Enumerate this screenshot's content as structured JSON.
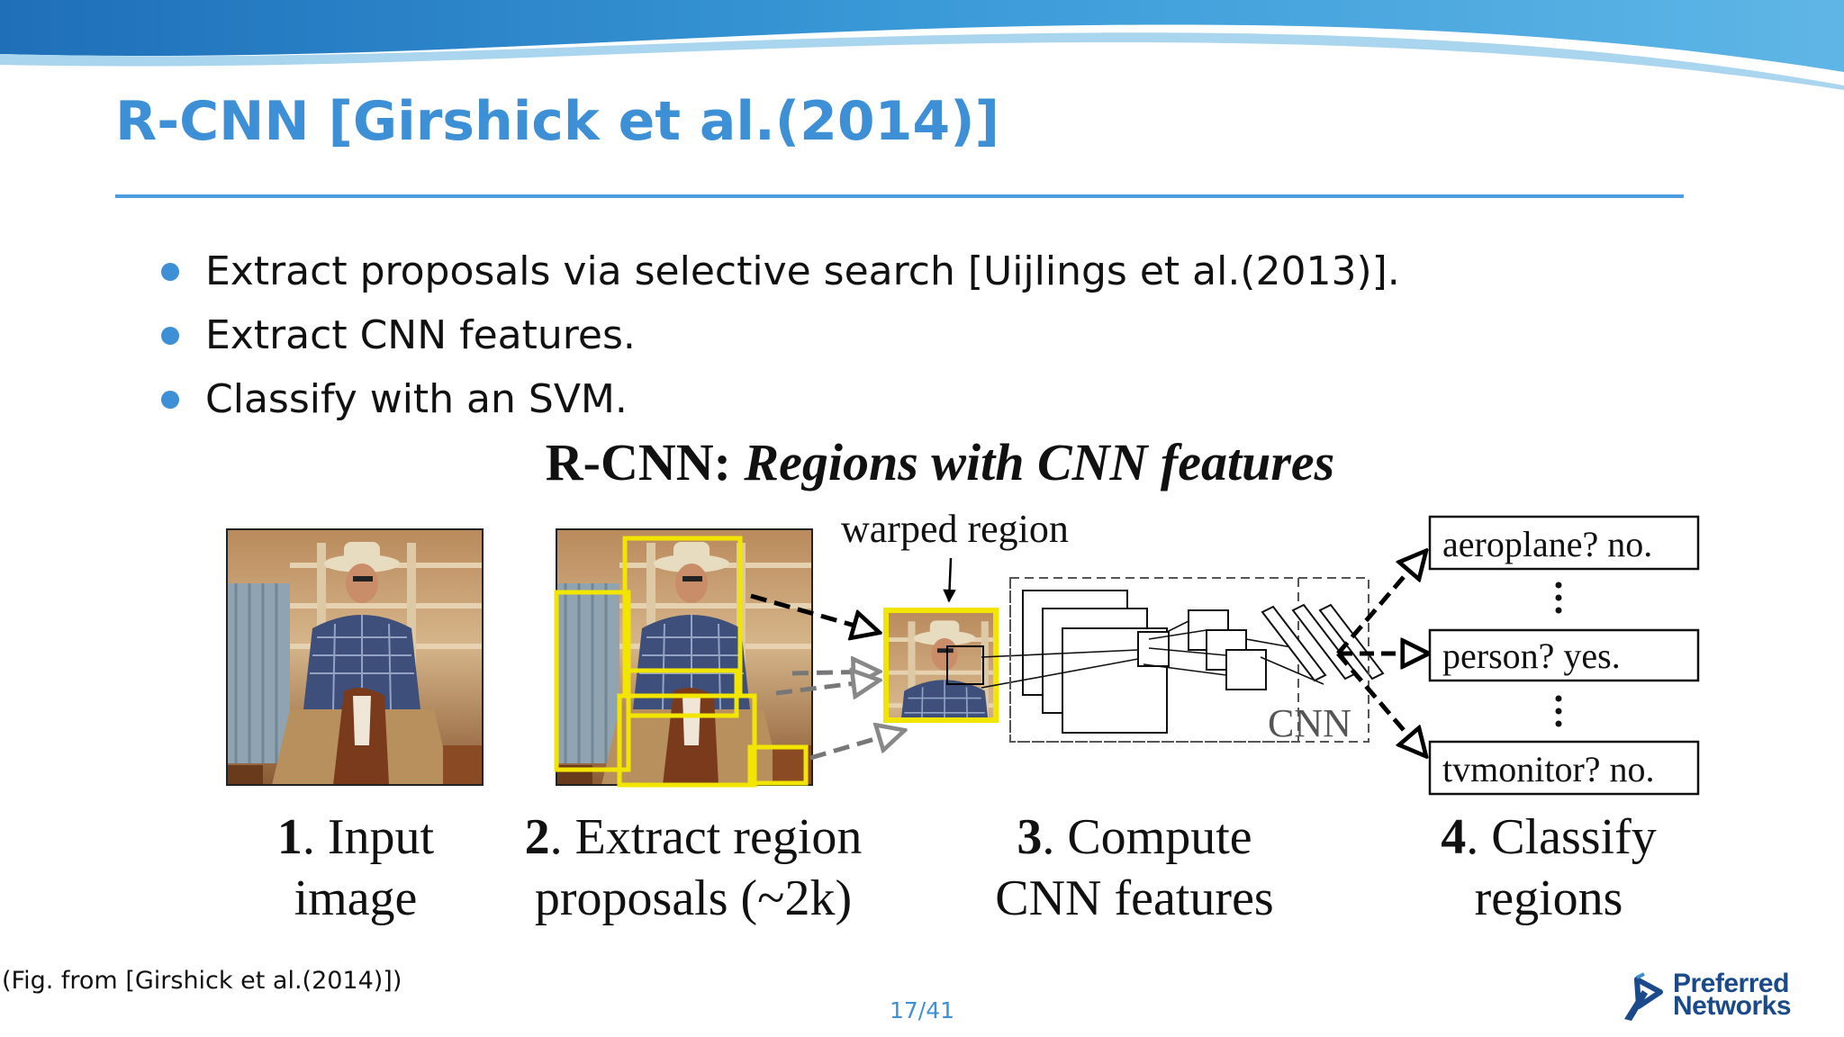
{
  "slide": {
    "title": "R-CNN [Girshick et al.(2014)]",
    "bullets": [
      "Extract proposals via selective search [Uijlings et al.(2013)].",
      "Extract CNN features.",
      "Classify with an SVM."
    ],
    "caption": "(Fig. from [Girshick et al.(2014)])",
    "page_number": "17/41",
    "logo": {
      "line1": "Preferred",
      "line2": "Networks"
    }
  },
  "figure": {
    "title_bold": "R-CNN: ",
    "title_italic": "Regions with CNN features",
    "warped_label": "warped region",
    "cnn_label": "CNN",
    "classes": [
      "aeroplane? no.",
      "person? yes.",
      "tvmonitor? no."
    ],
    "steps": [
      {
        "num": "1",
        "line1": ". Input",
        "line2": "image"
      },
      {
        "num": "2",
        "line1": ". Extract region",
        "line2": "proposals (~2k)"
      },
      {
        "num": "3",
        "line1": ". Compute",
        "line2": "CNN features"
      },
      {
        "num": "4",
        "line1": ". Classify",
        "line2": "regions"
      }
    ]
  },
  "colors": {
    "accent": "#3d8fd6",
    "proposal_box": "#f2e600",
    "text": "#111111"
  }
}
